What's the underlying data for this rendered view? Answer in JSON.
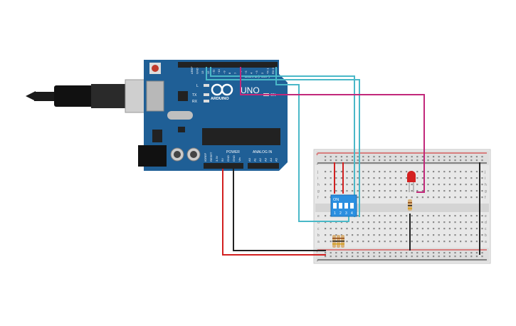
{
  "board": {
    "logo_text": "UNO",
    "brand_text": "ARDUINO",
    "digital_label": "DIGITAL (PWM~)",
    "power_label": "POWER",
    "analog_label": "ANALOG IN",
    "analog_pins": [
      "A0",
      "A1",
      "A2",
      "A3",
      "A4",
      "A5"
    ],
    "power_pins": [
      "IOREF",
      "RESET",
      "3.3V",
      "5V",
      "GND",
      "GND",
      "Vin"
    ],
    "digital_pins": [
      "AREF",
      "GND",
      "13",
      "12",
      "~11",
      "~10",
      "~9",
      "8",
      "7",
      "~6",
      "~5",
      "4",
      "~3",
      "2",
      "TX 1",
      "RX 0"
    ],
    "led_l": "L",
    "led_tx": "TX",
    "led_rx": "RX",
    "led_on": "ON"
  },
  "dip_switch": {
    "label": "ON",
    "numbers": [
      "1",
      "2",
      "3",
      "4"
    ]
  },
  "breadboard": {
    "row_letters_top": [
      "j",
      "i",
      "h",
      "g",
      "f"
    ],
    "row_letters_bottom": [
      "e",
      "d",
      "c",
      "b",
      "a"
    ],
    "rail_plus": "+",
    "rail_minus": "-"
  },
  "colors": {
    "board": "#1f5f96",
    "wire_red": "#d21f1f",
    "wire_black": "#222222",
    "wire_cyan": "#4ab8c8",
    "wire_magenta": "#c2287a",
    "led": "#d42020",
    "dip": "#2b8fe0"
  }
}
